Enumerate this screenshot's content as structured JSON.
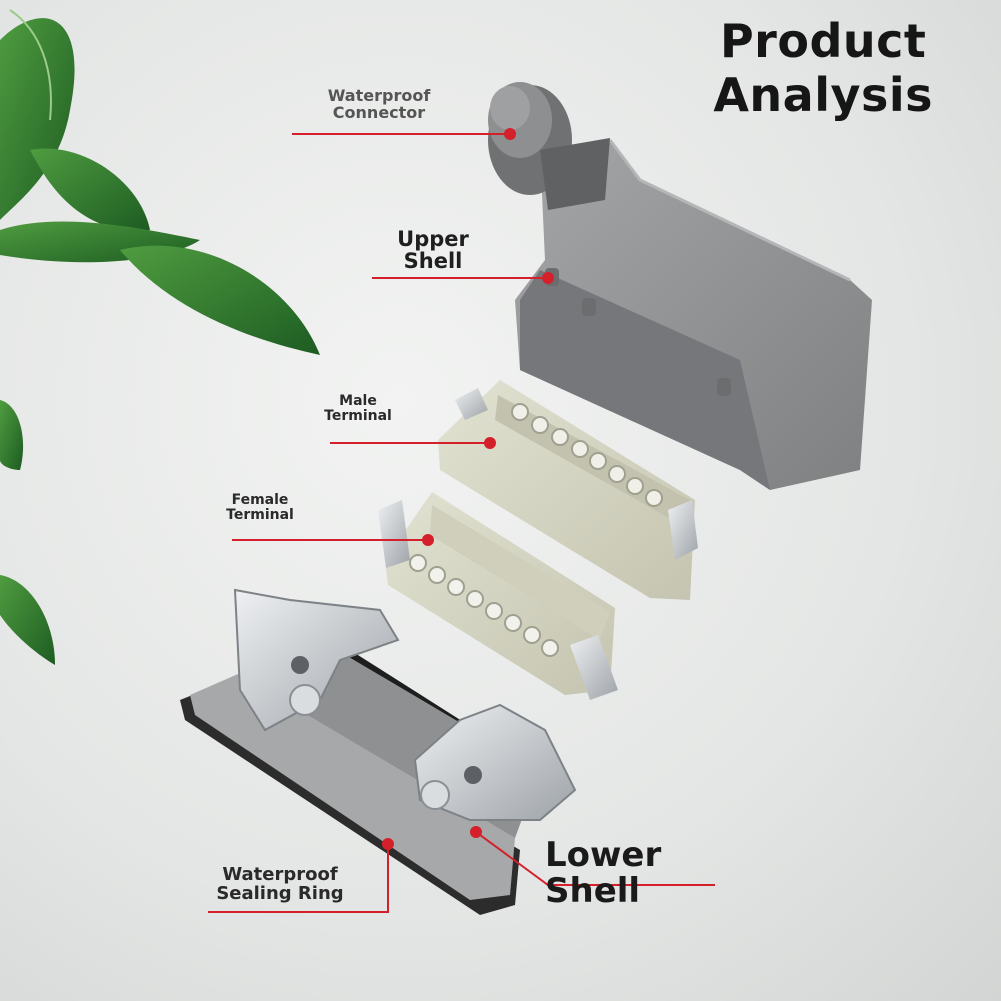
{
  "title": {
    "line1": "Product",
    "line2": "Analysis"
  },
  "labels": {
    "waterproof_connector": {
      "line1": "Waterproof",
      "line2": "Connector"
    },
    "upper_shell": {
      "line1": "Upper",
      "line2": "Shell"
    },
    "male_terminal": {
      "line1": "Male",
      "line2": "Terminal"
    },
    "female_terminal": {
      "line1": "Female",
      "line2": "Terminal"
    },
    "lower_shell": "Lower Shell",
    "waterproof_sealing_ring": {
      "line1": "Waterproof",
      "line2": "Sealing Ring"
    }
  },
  "colors": {
    "leader_line": "#d4202a",
    "shell_gray": "#8f9192",
    "insert_beige": "#d6d6c4",
    "metal": "#c8ccd0",
    "leaf_green": "#2f7d2e"
  },
  "icons": [
    "leaf-icon"
  ]
}
